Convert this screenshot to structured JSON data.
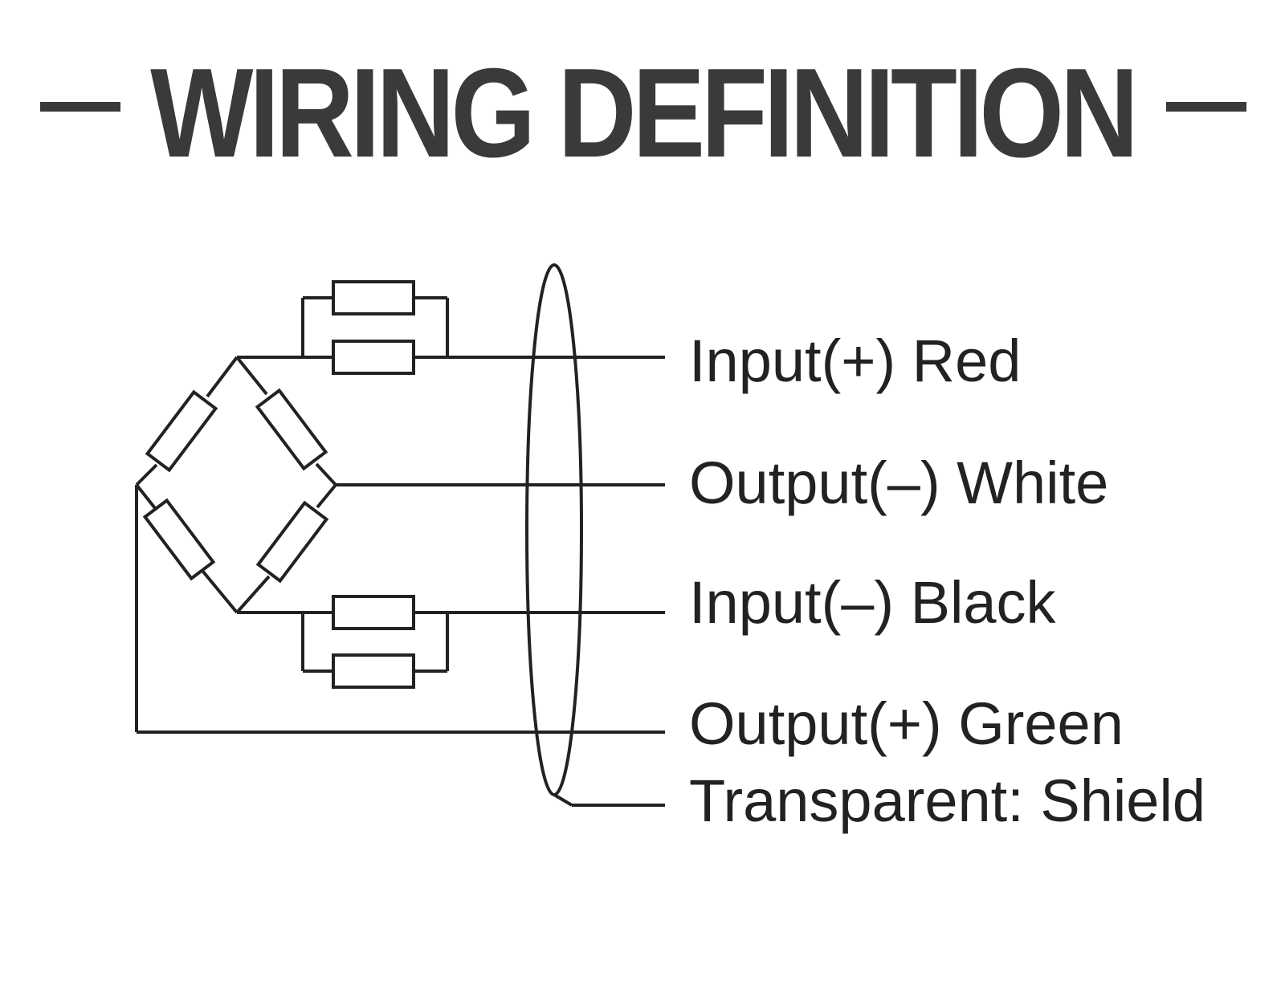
{
  "title": "WIRING DEFINITION",
  "wires": [
    {
      "label": "Input(+) Red"
    },
    {
      "label": "Output(–) White"
    },
    {
      "label": "Input(–) Black"
    },
    {
      "label": "Output(+) Green"
    },
    {
      "label": "Transparent: Shield"
    }
  ],
  "colors": {
    "ink": "#222222",
    "title": "#3a3a3a",
    "background": "#ffffff"
  }
}
